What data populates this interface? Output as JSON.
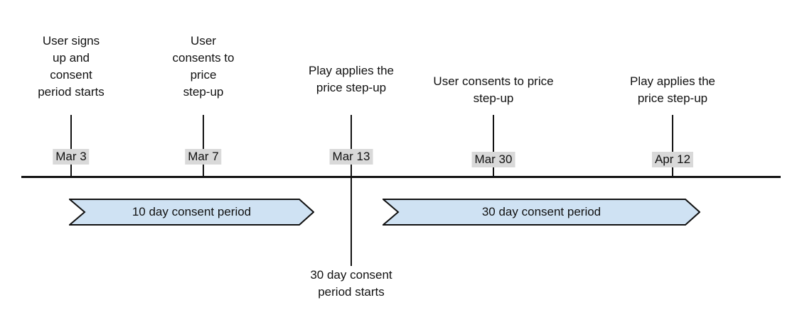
{
  "timeline": {
    "events": [
      {
        "date": "Mar 3",
        "label_lines": [
          "User signs",
          "up and",
          "consent",
          "period starts"
        ]
      },
      {
        "date": "Mar 7",
        "label_lines": [
          "User",
          "consents to",
          "price",
          "step-up"
        ]
      },
      {
        "date": "Mar 13",
        "label_lines": [
          "Play applies the",
          "price step-up"
        ],
        "below_note_lines": [
          "30 day consent",
          "period starts"
        ]
      },
      {
        "date": "Mar 30",
        "label_lines": [
          "User consents to price",
          "step-up"
        ]
      },
      {
        "date": "Apr 12",
        "label_lines": [
          "Play applies the",
          "price step-up"
        ]
      }
    ],
    "periods": [
      {
        "label": "10 day consent period"
      },
      {
        "label": "30 day consent period"
      }
    ],
    "colors": {
      "period_fill": "#cfe2f3",
      "period_border": "#111111",
      "date_chip_bg": "#d9d9d9",
      "line": "#111111",
      "text": "#111111"
    }
  }
}
